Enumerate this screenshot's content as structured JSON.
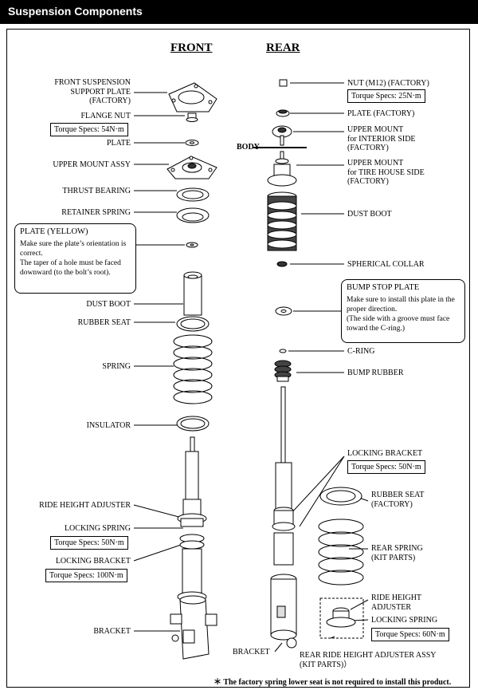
{
  "header": {
    "title": "Suspension Components"
  },
  "columns": {
    "front": "FRONT",
    "rear": "REAR"
  },
  "front": {
    "support_plate": "FRONT SUSPENSION\nSUPPORT PLATE\n(FACTORY)",
    "flange_nut": "FLANGE NUT",
    "flange_nut_torque": "Torque Specs: 54N·m",
    "plate": "PLATE",
    "upper_mount_assy": "UPPER MOUNT ASSY",
    "thrust_bearing": "THRUST BEARING",
    "retainer_spring": "RETAINER SPRING",
    "plate_yellow_title": "PLATE (YELLOW)",
    "plate_yellow_text": "Make sure the plate’s orientation is\ncorrect.\nThe taper of a hole must be faced\ndownward (to the bolt’s root).",
    "dust_boot": "DUST BOOT",
    "rubber_seat": "RUBBER SEAT",
    "spring": "SPRING",
    "insulator": "INSULATOR",
    "ride_height_adjuster": "RIDE HEIGHT ADJUSTER",
    "locking_spring": "LOCKING SPRING",
    "locking_spring_torque": "Torque Specs: 50N·m",
    "locking_bracket": "LOCKING BRACKET",
    "locking_bracket_torque": "Torque Specs: 100N·m",
    "bracket": "BRACKET"
  },
  "rear": {
    "nut": "NUT (M12) (FACTORY)",
    "nut_torque": "Torque Specs: 25N·m",
    "plate": "PLATE (FACTORY)",
    "body": "BODY",
    "upper_mount_interior": "UPPER MOUNT\nfor INTERIOR SIDE\n(FACTORY)",
    "upper_mount_tire": "UPPER MOUNT\nfor TIRE HOUSE SIDE\n(FACTORY)",
    "dust_boot": "DUST BOOT",
    "spherical_collar": "SPHERICAL COLLAR",
    "bump_stop_title": "BUMP STOP PLATE",
    "bump_stop_text": "Make sure to install this plate in the\nproper direction.\n(The side with a groove must face\ntoward the C-ring.)",
    "c_ring": "C-RING",
    "bump_rubber": "BUMP RUBBER",
    "locking_bracket": "LOCKING BRACKET",
    "locking_bracket_torque": "Torque Specs: 50N·m",
    "rubber_seat": "RUBBER SEAT\n(FACTORY)",
    "rear_spring": "REAR SPRING\n(KIT PARTS)",
    "ride_height_adjuster": "RIDE HEIGHT\nADJUSTER",
    "locking_spring": "LOCKING SPRING",
    "locking_spring_torque": "Torque Specs: 60N·m",
    "bracket": "BRACKET",
    "adjuster_assy": "REAR RIDE HEIGHT ADJUSTER ASSY\n(KIT PARTS)）"
  },
  "footnote": "＊ The factory spring lower seat is not required to install this product."
}
